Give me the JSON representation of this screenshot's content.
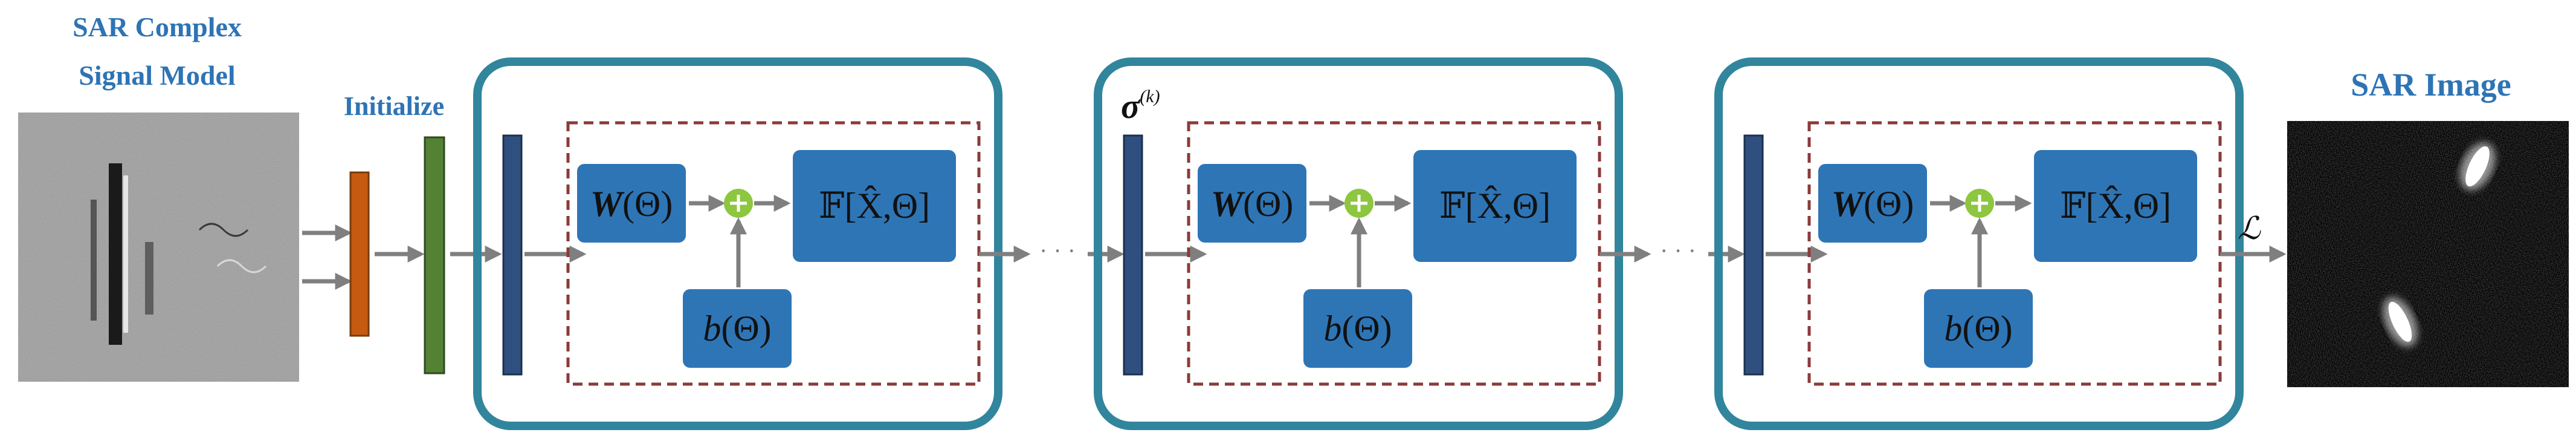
{
  "input_label_line1": "SAR Complex",
  "input_label_line2": "Signal Model",
  "initialize_label": "Initialize",
  "output_label": "SAR Image",
  "sigma_label": "σ",
  "sigma_superscript": "(k)",
  "loss_label": "ℒ",
  "ellipsis": "· · ·",
  "blocks": [
    {
      "w_label": "W",
      "w_arg": "(Θ)",
      "b_label": "b",
      "b_arg": "(Θ)",
      "f_label": "𝔽",
      "f_args": "[X̂,Θ]"
    },
    {
      "w_label": "W",
      "w_arg": "(Θ)",
      "b_label": "b",
      "b_arg": "(Θ)",
      "f_label": "𝔽",
      "f_args": "[X̂,Θ]"
    },
    {
      "w_label": "W",
      "w_arg": "(Θ)",
      "b_label": "b",
      "b_arg": "(Θ)",
      "f_label": "𝔽",
      "f_args": "[X̂,Θ]"
    }
  ],
  "colors": {
    "accent_blue": "#2e74b5",
    "stage_border": "#31859c",
    "dashed_border": "#8b3a3a",
    "op_box": "#2e75b6",
    "feature_bar": "#2f4f7f",
    "orange_bar": "#c55a11",
    "green_bar": "#548235",
    "plus_green": "#8dc63f",
    "arrow": "#7f7f7f"
  }
}
